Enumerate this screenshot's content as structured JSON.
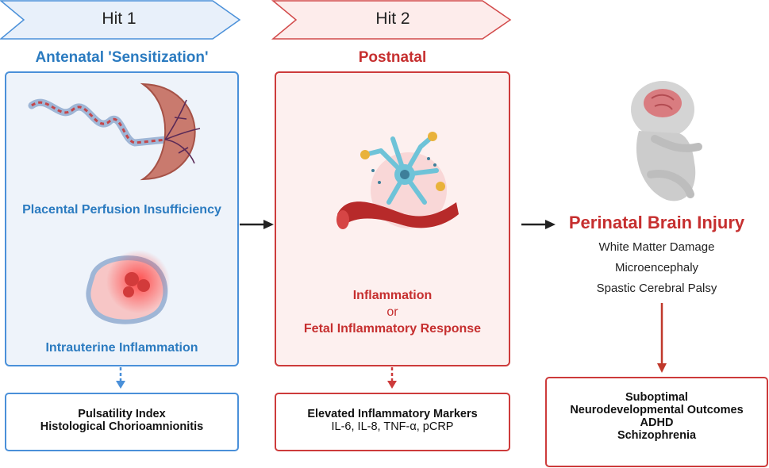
{
  "hit1": {
    "label": "Hit 1",
    "phase": "Antenatal 'Sensitization'",
    "image1_label": "Placental Perfusion Insufficiency",
    "image2_label": "Intrauterine Inflammation",
    "markers": [
      "Pulsatility Index",
      "Histological Chorioamnionitis"
    ]
  },
  "hit2": {
    "label": "Hit 2",
    "phase": "Postnatal",
    "line1": "Inflammation",
    "or": "or",
    "line2": "Fetal Inflammatory Response",
    "markers_title": "Elevated Inflammatory Markers",
    "markers_list": "IL-6, IL-8, TNF-α, pCRP"
  },
  "outcome": {
    "title": "Perinatal Brain Injury",
    "items": [
      "White Matter Damage",
      "Microencephaly",
      "Spastic Cerebral Palsy"
    ],
    "long_term": [
      "Suboptimal",
      "Neurodevelopmental Outcomes",
      "ADHD",
      "Schizophrenia"
    ]
  },
  "colors": {
    "blue": "#2b7bc0",
    "red": "#c62f2f",
    "blue_fill": "#eef3fa",
    "red_fill": "#fdf0ef"
  }
}
